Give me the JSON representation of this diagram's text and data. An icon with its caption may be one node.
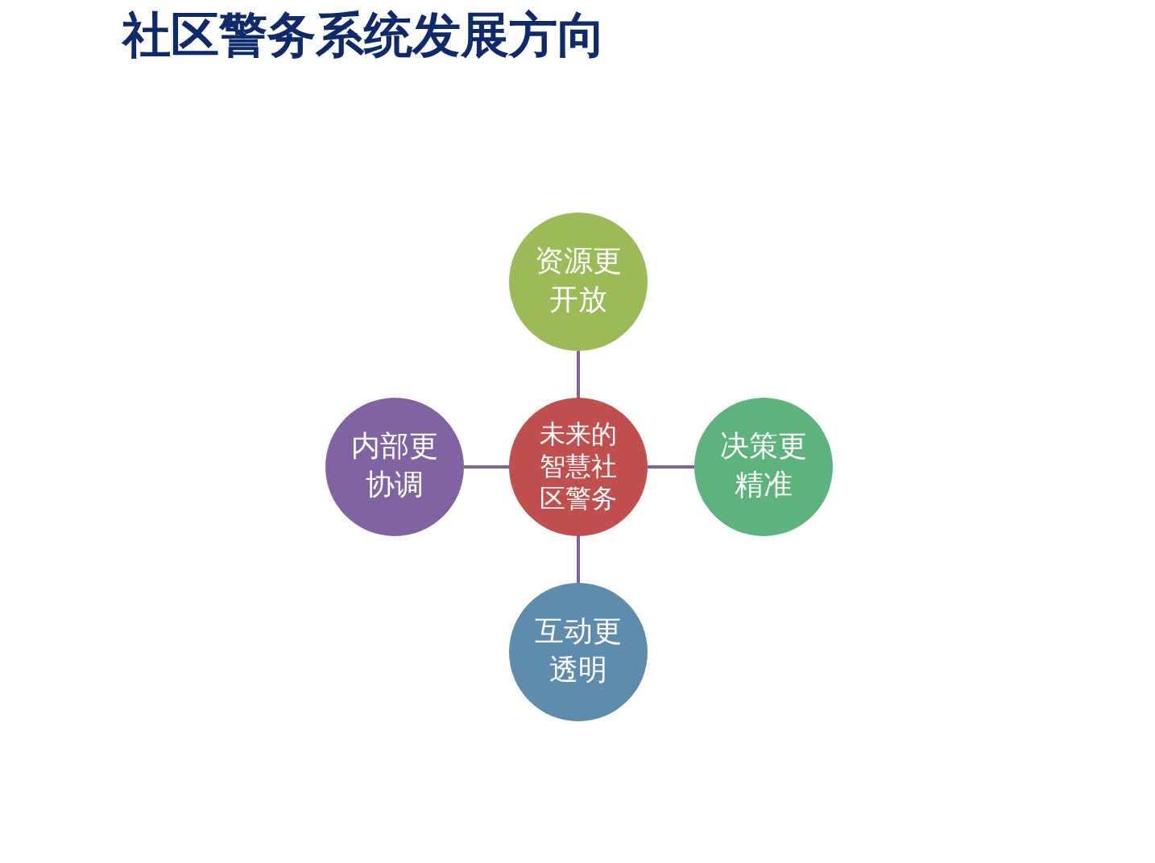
{
  "diagram": {
    "title": "社区警务系统发展方向",
    "nodes": [
      {
        "text": [
          "资源更开放"
        ]
      },
      {
        "text": [
          "内部更协调"
        ]
      },
      {
        "text": [
          "未来的智慧社区警务"
        ]
      },
      {
        "text": [
          "决策更精准"
        ]
      },
      {
        "text": [
          "互动更透明"
        ]
      }
    ],
    "edges": [
      {
        "from": 2,
        "to": 0,
        "arrow": "none"
      },
      {
        "from": 2,
        "to": 1,
        "arrow": "none"
      },
      {
        "from": 2,
        "to": 3,
        "arrow": "none"
      },
      {
        "from": 2,
        "to": 4,
        "arrow": "none"
      }
    ]
  }
}
